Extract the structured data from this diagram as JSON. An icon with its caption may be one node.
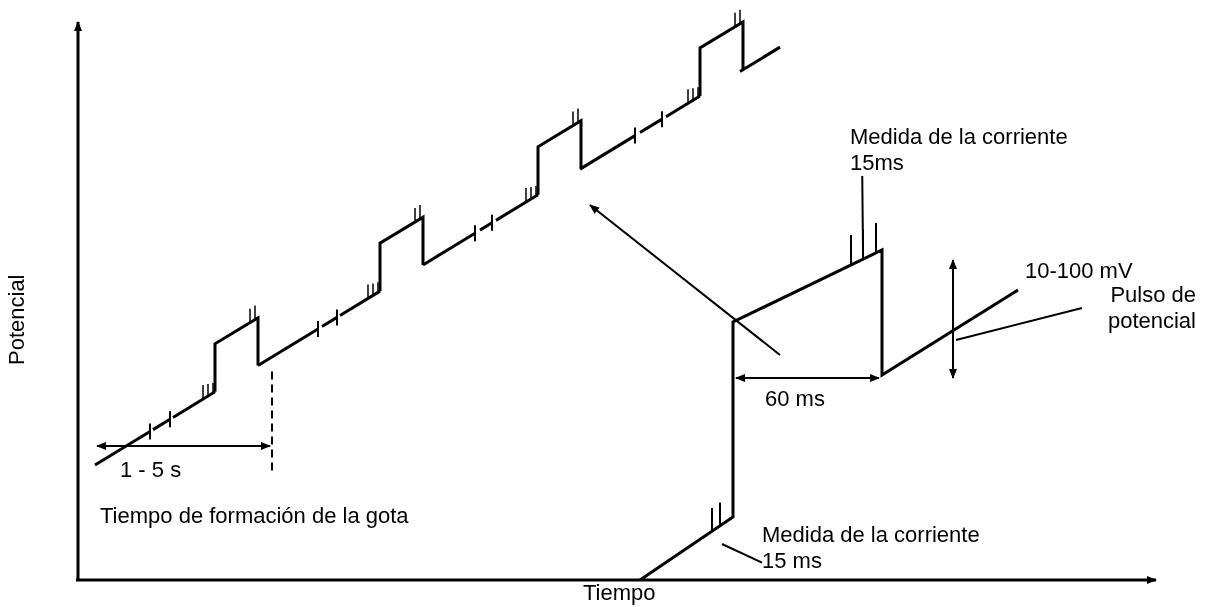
{
  "diagram": {
    "nodes": [
      {
        "text": [
          "Medida de la corriente 15ms"
        ]
      },
      {
        "text": [
          "Pulso de potencial"
        ]
      },
      {
        "text": [
          "Medida de la corriente 15 ms"
        ]
      }
    ],
    "edges": [
      {
        "from": 0,
        "to": null,
        "arrow": "none"
      },
      {
        "from": 1,
        "to": null,
        "arrow": "none"
      },
      {
        "from": 2,
        "to": null,
        "arrow": "none"
      }
    ],
    "labels": [
      "Potencial",
      "10-100 mV",
      "60 ms",
      "1 - 5 s",
      "Tiempo de formación de la gota",
      "Tiempo"
    ]
  }
}
